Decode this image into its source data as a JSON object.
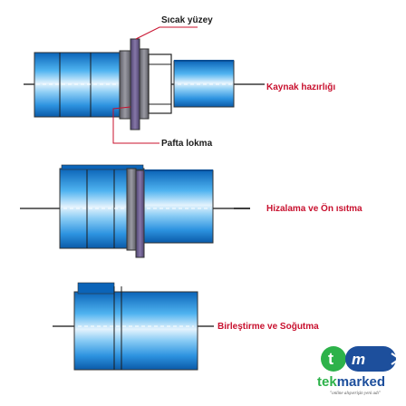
{
  "labels": {
    "hot_surface": "Sıcak yüzey",
    "welding_preparation": "Kaynak hazırlığı",
    "die_insert": "Pafta lokma",
    "alignment_preheating": "Hizalama ve Ön ısıtma",
    "joining_cooling": "Birleştirme ve Soğutma"
  },
  "logo": {
    "brand_part1": "tek",
    "brand_part2": "marked",
    "slogan": "\"online alışverişin yeni adı\"",
    "green": "#2db24a",
    "blue": "#1d4f9c"
  },
  "colors": {
    "pipe_light": "#d8ecfb",
    "pipe_mid": "#39a6ea",
    "pipe_dark": "#0b64b8",
    "tool_gray": "#7a7a82",
    "heater_purple": "#6e5f8d",
    "label_red": "#c8102e"
  }
}
